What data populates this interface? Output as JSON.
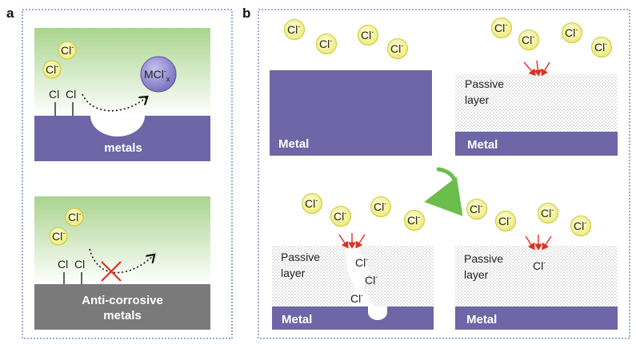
{
  "panels": {
    "a": {
      "letter": "a",
      "top": {
        "ions": [
          "Cl",
          "Cl"
        ],
        "bonds": [
          "Cl",
          "Cl"
        ],
        "product_main": "MCl",
        "product_x": "x",
        "substrate": "metals"
      },
      "bottom": {
        "ions": [
          "Cl",
          "Cl"
        ],
        "bonds": [
          "Cl",
          "Cl"
        ],
        "substrate_line1": "Anti-corrosive",
        "substrate_line2": "metals"
      }
    },
    "b": {
      "letter": "b",
      "ion_text": "Cl",
      "charge": "-",
      "metal": "Metal",
      "passive_line1": "Passive",
      "passive_line2": "layer"
    }
  },
  "colors": {
    "metal": "#6e66a6",
    "anti_corrosive_metal": "#7a7a7a",
    "ion_fill": "#f6f3a3",
    "ion_stroke": "#c8c83a",
    "product_fill": "#9a93d0",
    "arrow_red": "#e03020",
    "cycle_arrow": "#5cb83a",
    "frame": "#3355aa",
    "gradient_top": "#a9d48e"
  }
}
